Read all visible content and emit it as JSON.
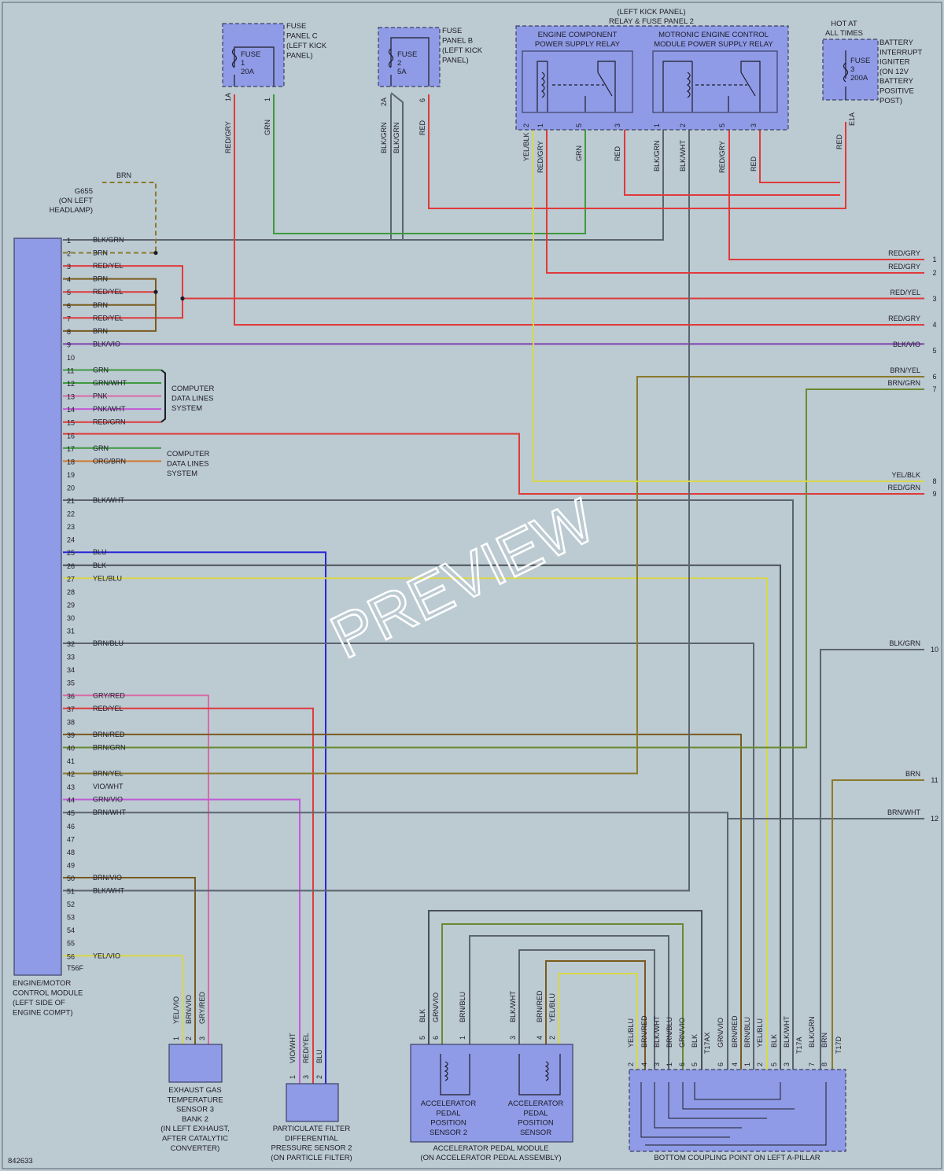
{
  "ecm": {
    "name_lines": [
      "ENGINE/MOTOR",
      "CONTROL MODULE",
      "(LEFT SIDE OF",
      "ENGINE COMPT)"
    ],
    "connector": "T56F",
    "pins": [
      {
        "n": "1",
        "c": "BLK/GRN"
      },
      {
        "n": "2",
        "c": "BRN"
      },
      {
        "n": "3",
        "c": "RED/YEL"
      },
      {
        "n": "4",
        "c": "BRN"
      },
      {
        "n": "5",
        "c": "RED/YEL"
      },
      {
        "n": "6",
        "c": "BRN"
      },
      {
        "n": "7",
        "c": "RED/YEL"
      },
      {
        "n": "8",
        "c": "BRN"
      },
      {
        "n": "9",
        "c": "BLK/VIO"
      },
      {
        "n": "10",
        "c": ""
      },
      {
        "n": "11",
        "c": "GRN"
      },
      {
        "n": "12",
        "c": "GRN/WHT"
      },
      {
        "n": "13",
        "c": "PNK"
      },
      {
        "n": "14",
        "c": "PNK/WHT"
      },
      {
        "n": "15",
        "c": "RED/GRN"
      },
      {
        "n": "16",
        "c": ""
      },
      {
        "n": "17",
        "c": "GRN"
      },
      {
        "n": "18",
        "c": "ORG/BRN"
      },
      {
        "n": "19",
        "c": ""
      },
      {
        "n": "20",
        "c": ""
      },
      {
        "n": "21",
        "c": "BLK/WHT"
      },
      {
        "n": "22",
        "c": ""
      },
      {
        "n": "23",
        "c": ""
      },
      {
        "n": "24",
        "c": ""
      },
      {
        "n": "25",
        "c": "BLU"
      },
      {
        "n": "26",
        "c": "BLK"
      },
      {
        "n": "27",
        "c": "YEL/BLU"
      },
      {
        "n": "28",
        "c": ""
      },
      {
        "n": "29",
        "c": ""
      },
      {
        "n": "30",
        "c": ""
      },
      {
        "n": "31",
        "c": ""
      },
      {
        "n": "32",
        "c": "BRN/BLU"
      },
      {
        "n": "33",
        "c": ""
      },
      {
        "n": "34",
        "c": ""
      },
      {
        "n": "35",
        "c": ""
      },
      {
        "n": "36",
        "c": "GRY/RED"
      },
      {
        "n": "37",
        "c": "RED/YEL"
      },
      {
        "n": "38",
        "c": ""
      },
      {
        "n": "39",
        "c": "BRN/RED"
      },
      {
        "n": "40",
        "c": "BRN/GRN"
      },
      {
        "n": "41",
        "c": ""
      },
      {
        "n": "42",
        "c": "BRN/YEL"
      },
      {
        "n": "43",
        "c": "VIO/WHT"
      },
      {
        "n": "44",
        "c": "GRN/VIO"
      },
      {
        "n": "45",
        "c": "BRN/WHT"
      },
      {
        "n": "46",
        "c": ""
      },
      {
        "n": "47",
        "c": ""
      },
      {
        "n": "48",
        "c": ""
      },
      {
        "n": "49",
        "c": ""
      },
      {
        "n": "50",
        "c": "BRN/VIO"
      },
      {
        "n": "51",
        "c": "BLK/WHT"
      },
      {
        "n": "52",
        "c": ""
      },
      {
        "n": "53",
        "c": ""
      },
      {
        "n": "54",
        "c": ""
      },
      {
        "n": "55",
        "c": ""
      },
      {
        "n": "56",
        "c": "YEL/VIO"
      }
    ]
  },
  "computer_data_lines_label": [
    "COMPUTER",
    "DATA LINES",
    "SYSTEM"
  ],
  "ground": {
    "id": "G655",
    "lines": [
      "(ON LEFT",
      "HEADLAMP)"
    ],
    "wire": "BRN"
  },
  "fuse_panel_c": {
    "label": [
      "FUSE",
      "PANEL C",
      "(LEFT KICK",
      "PANEL)"
    ],
    "fuse": [
      "FUSE",
      "1",
      "20A"
    ],
    "pins": [
      "1A",
      "1"
    ],
    "wires": [
      "RED/GRY",
      "GRN"
    ]
  },
  "fuse_panel_b": {
    "label": [
      "FUSE",
      "PANEL B",
      "(LEFT KICK",
      "PANEL)"
    ],
    "fuse": [
      "FUSE",
      "2",
      "5A"
    ],
    "pins": [
      "2A",
      "6"
    ],
    "wires": [
      "BLK/GRN",
      "BLK/GRN",
      "RED"
    ]
  },
  "relay_panel": {
    "title": [
      "(LEFT KICK PANEL)",
      "RELAY & FUSE PANEL 2"
    ],
    "relay1": {
      "label": [
        "ENGINE COMPONENT",
        "POWER SUPPLY RELAY"
      ],
      "pins": [
        "2",
        "1",
        "5",
        "3"
      ],
      "wires": [
        "YEL/BLK",
        "RED/GRY",
        "GRN",
        "RED"
      ]
    },
    "relay2": {
      "label": [
        "MOTRONIC ENGINE CONTROL",
        "MODULE POWER SUPPLY RELAY"
      ],
      "pins": [
        "1",
        "2",
        "5",
        "3"
      ],
      "wires": [
        "BLK/GRN",
        "BLK/WHT",
        "RED/GRY",
        "RED"
      ]
    }
  },
  "battery_fuse": {
    "hot": [
      "HOT AT",
      "ALL TIMES"
    ],
    "fuse": [
      "FUSE",
      "3",
      "200A"
    ],
    "pin": "E1A",
    "wire": "RED",
    "label": [
      "BATTERY",
      "INTERRUPT",
      "IGNITER",
      "(ON 12V",
      "BATTERY",
      "POSITIVE",
      "POST)"
    ]
  },
  "right_outputs": [
    {
      "color": "RED/GRY",
      "n": "1"
    },
    {
      "color": "RED/GRY",
      "n": "2"
    },
    {
      "color": "RED/YEL",
      "n": "3"
    },
    {
      "color": "RED/GRY",
      "n": "4"
    },
    {
      "color": "BLK/VIO",
      "n": "5"
    },
    {
      "color": "BRN/YEL",
      "n": "6"
    },
    {
      "color": "BRN/GRN",
      "n": "7"
    },
    {
      "color": "YEL/BLK",
      "n": "8"
    },
    {
      "color": "RED/GRN",
      "n": "9"
    },
    {
      "color": "BLK/GRN",
      "n": "10"
    },
    {
      "color": "BRN",
      "n": "11"
    },
    {
      "color": "BRN/WHT",
      "n": "12"
    }
  ],
  "egt_sensor": {
    "wires": [
      "YEL/VIO",
      "BRN/VIO",
      "GRY/RED"
    ],
    "pins": [
      "1",
      "2",
      "3"
    ],
    "label": [
      "EXHAUST GAS",
      "TEMPERATURE",
      "SENSOR 3",
      "BANK 2",
      "(IN LEFT EXHAUST,",
      "AFTER CATALYTIC",
      "CONVERTER)"
    ]
  },
  "dpf_sensor": {
    "wires": [
      "VIO/WHT",
      "RED/YEL",
      "BLU"
    ],
    "pins": [
      "1",
      "3",
      "2"
    ],
    "label": [
      "PARTICULATE FILTER",
      "DIFFERENTIAL",
      "PRESSURE SENSOR 2",
      "(ON PARTICLE FILTER)"
    ]
  },
  "pedal": {
    "wires": [
      "BLK",
      "GRN/VIO",
      "BRN/BLU",
      "BLK/WHT",
      "BRN/RED",
      "YEL/BLU"
    ],
    "pins": [
      "5",
      "6",
      "1",
      "3",
      "4",
      "2"
    ],
    "sensor2": [
      "ACCELERATOR",
      "PEDAL",
      "POSITION",
      "SENSOR 2"
    ],
    "sensor1": [
      "ACCELERATOR",
      "PEDAL",
      "POSITION",
      "SENSOR"
    ],
    "label": [
      "ACCELERATOR PEDAL MODULE",
      "(ON ACCELERATOR PEDAL ASSEMBLY)"
    ]
  },
  "coupling": {
    "wires": [
      "YEL/BLU",
      "BRN/RED",
      "BLK/WHT",
      "BRN/BLU",
      "GRN/VIO",
      "BLK",
      "T17AX",
      "GRN/VIO",
      "BRN/RED",
      "BRN/BLU",
      "YEL/BLU",
      "BLK",
      "BLK/WHT",
      "T17A",
      "BLK/GRN",
      "BRN",
      "T17D"
    ],
    "pins": [
      "2",
      "4",
      "3",
      "1",
      "6",
      "5",
      "",
      "6",
      "4",
      "1",
      "2",
      "5",
      "3",
      "",
      "7",
      "8",
      ""
    ],
    "label": "BOTTOM COUPLING POINT ON LEFT A-PILLAR"
  },
  "watermark": "PREVIEW",
  "doc_number": "842633"
}
